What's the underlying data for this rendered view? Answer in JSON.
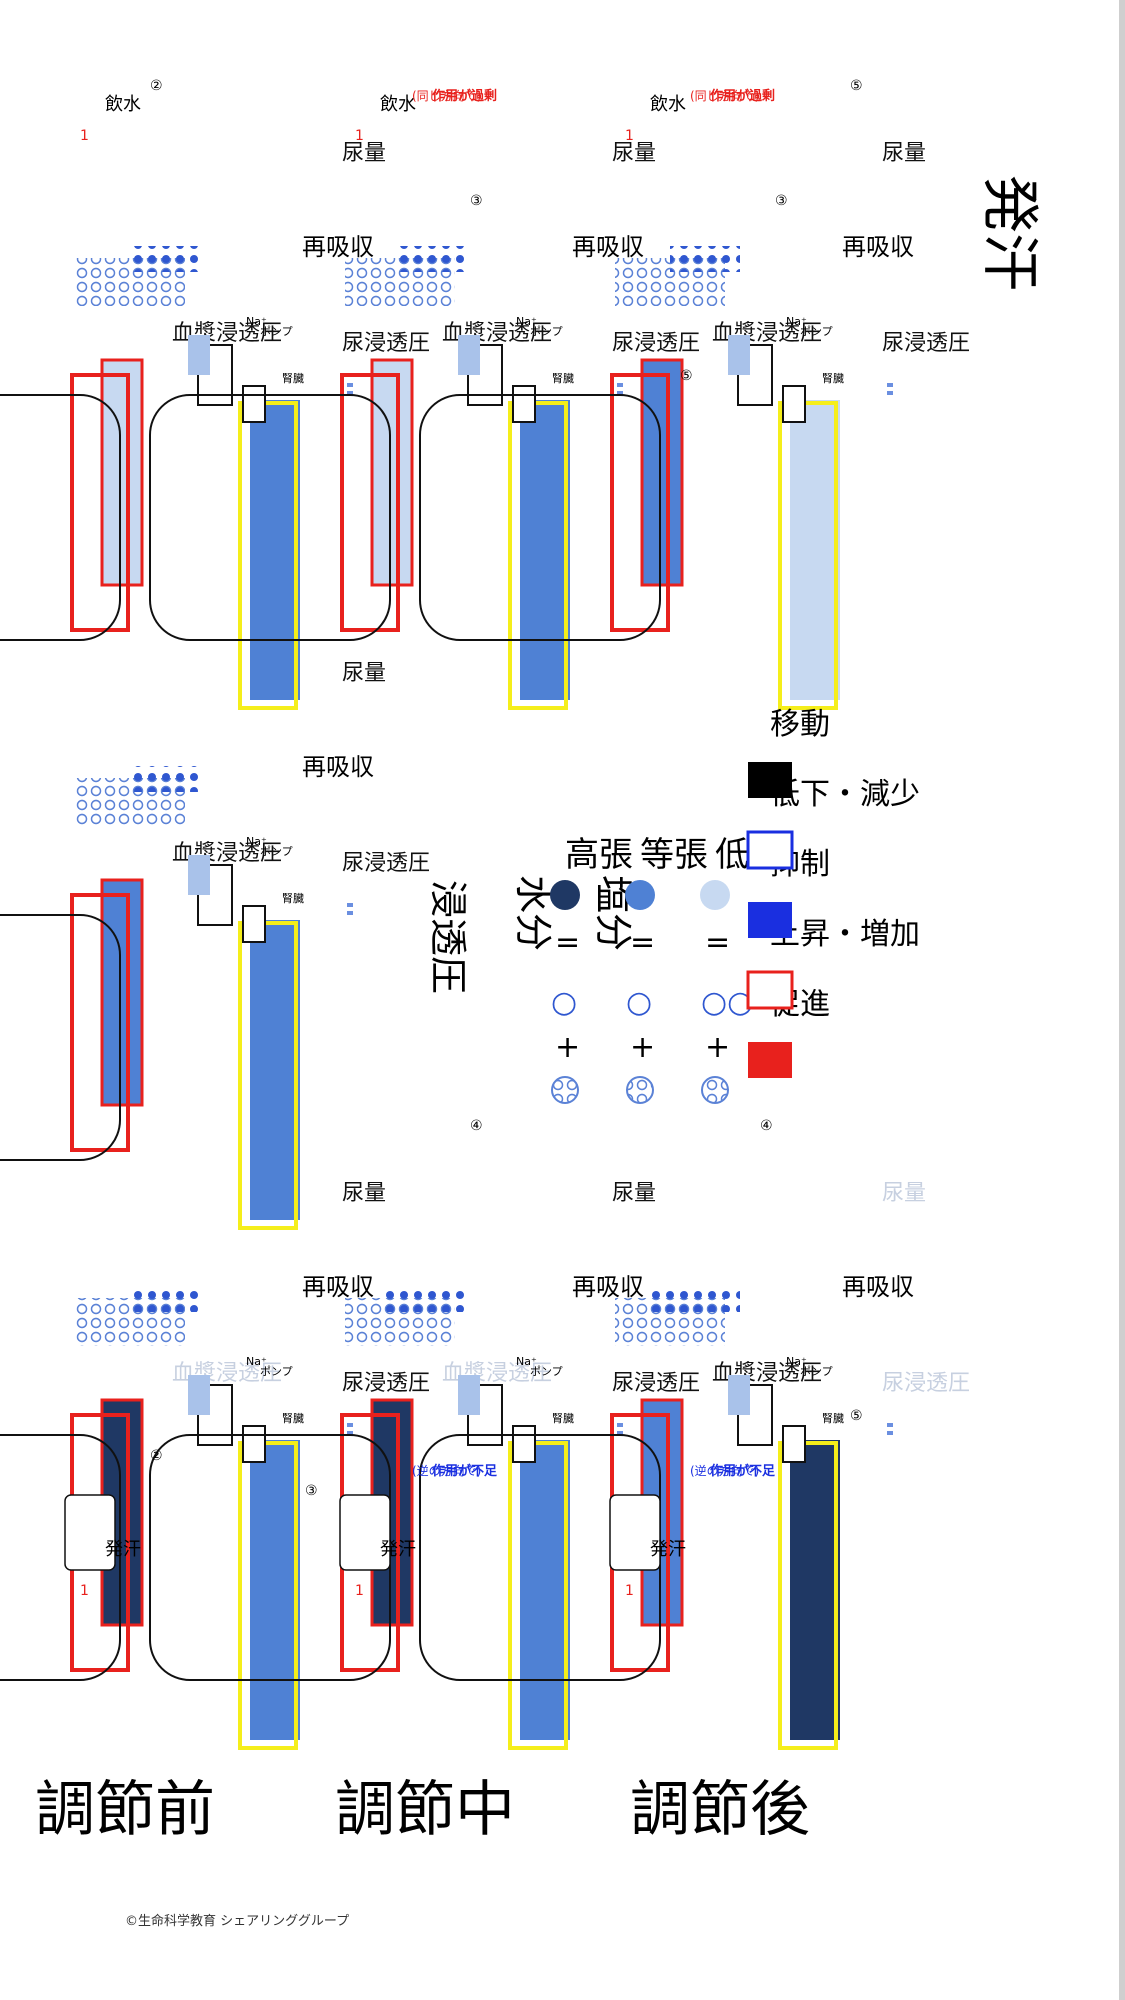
{
  "title": "発汗",
  "copyright": "©生命科学教育 シェアリンググループ",
  "row_labels": {
    "before": "調節前",
    "during": "調節中",
    "after": "調節後"
  },
  "panel_labels": {
    "plasma": "血漿浸透圧",
    "urine_osm": "尿浸透圧",
    "urine_vol": "尿量",
    "reabsorb": "再吸収",
    "pump_line1": "Na⁺",
    "pump_line2": "ポンプ",
    "kidney": "腎臓",
    "sweat": "発汗",
    "drink": "飲水"
  },
  "markers": {
    "one": "1",
    "two": "②",
    "three": "③",
    "four": "④",
    "five": "⑤"
  },
  "notes": {
    "reverse_dir": "(逆の方向で)",
    "insufficient": "作用が不足",
    "same_dir": "(同じ方向で)",
    "excessive": "作用が過剰"
  },
  "legend": {
    "header_salt": "塩分",
    "header_water": "水分",
    "header_osm": "浸透圧",
    "plus": "+",
    "equals": "=",
    "rows": [
      {
        "water": "○",
        "label": "高張",
        "color": "#1f3864"
      },
      {
        "water": "○",
        "label": "等張",
        "color": "#4f81d4"
      },
      {
        "water": "○○",
        "label": "低張",
        "color": "#c7d9f1"
      }
    ],
    "arrows": [
      {
        "label": "促進",
        "icon": "promote-arrow-icon"
      },
      {
        "label": "上昇・増加",
        "icon": "increase-arrow-icon"
      },
      {
        "label": "抑制",
        "icon": "inhibit-arrow-icon"
      },
      {
        "label": "低下・減少",
        "icon": "decrease-arrow-icon"
      },
      {
        "label": "移動",
        "icon": "move-arrow-icon"
      }
    ]
  },
  "colors": {
    "hypertonic": "#1f3864",
    "isotonic": "#4f81d4",
    "hypotonic": "#c7d9f1",
    "red": "#e8211d",
    "blue": "#1a2fe0",
    "yellow": "#f5ee1a"
  }
}
